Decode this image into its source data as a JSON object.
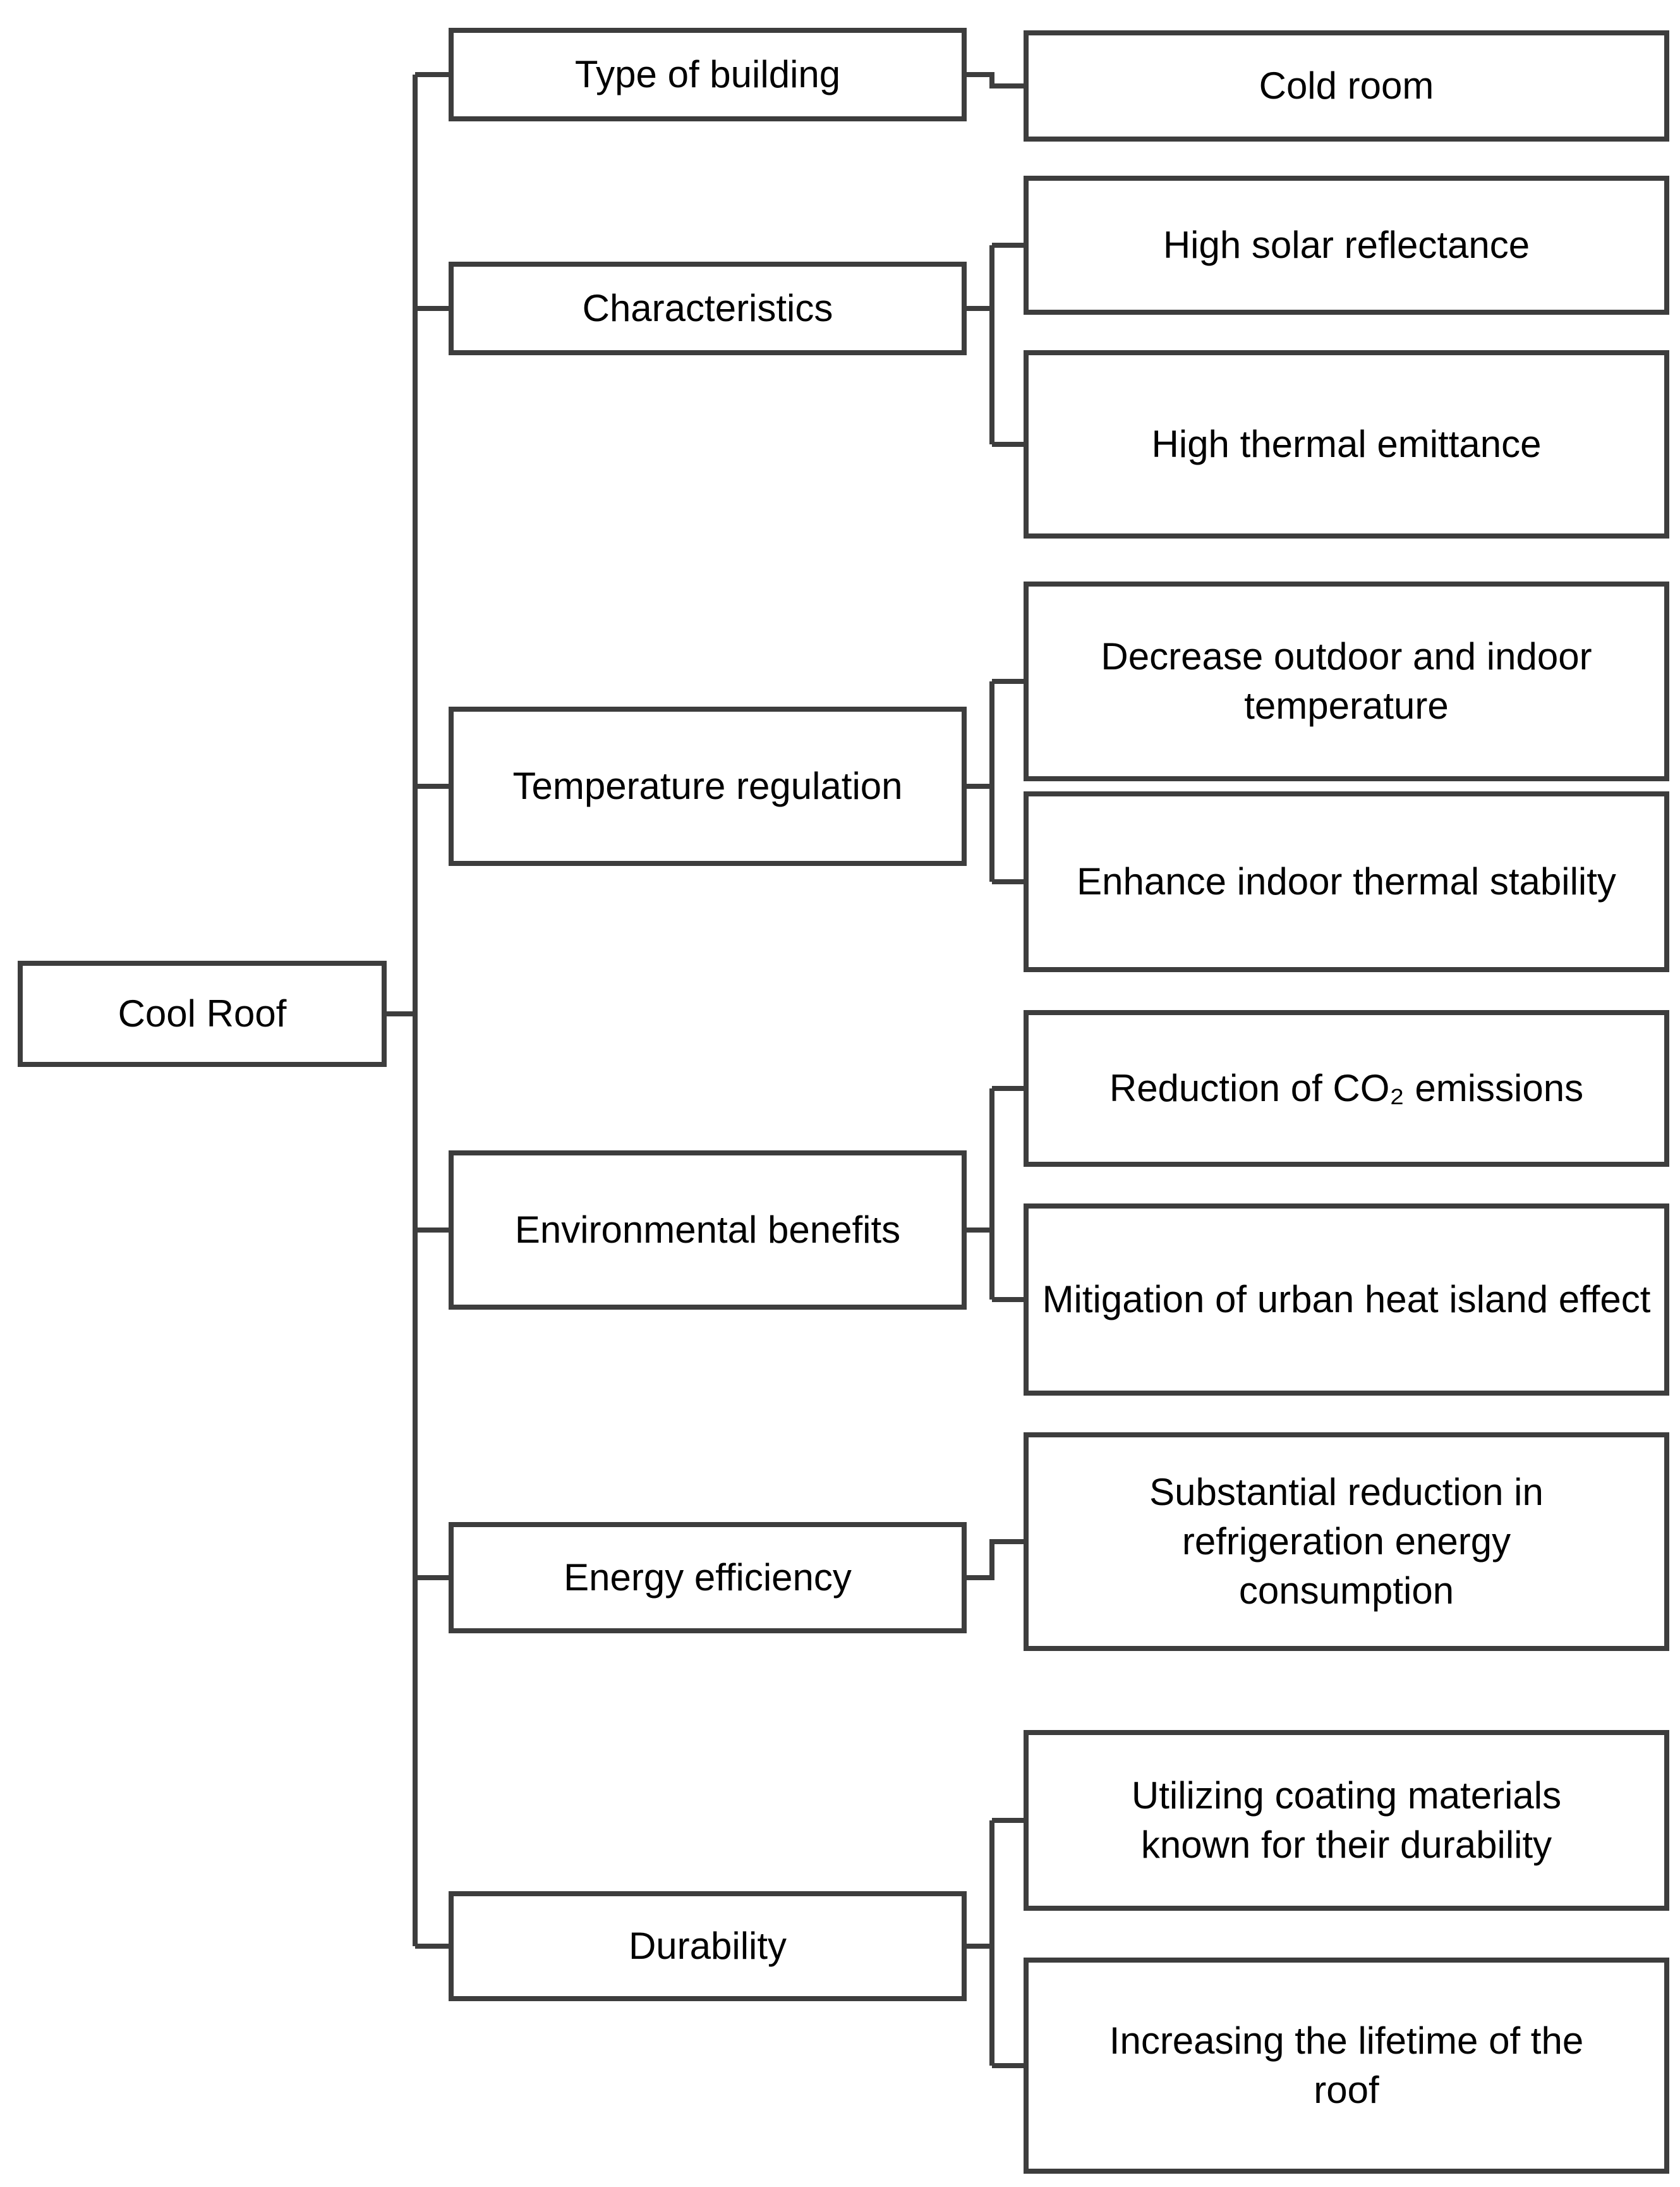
{
  "diagram": {
    "type": "hierarchy-tree",
    "orientation": "left-to-right",
    "root": {
      "label": "Cool Roof"
    },
    "categories": [
      {
        "label": "Type of building",
        "children": [
          {
            "label": "Cold room"
          }
        ]
      },
      {
        "label": "Characteristics",
        "children": [
          {
            "label": "High solar reflectance"
          },
          {
            "label": "High thermal emittance"
          }
        ]
      },
      {
        "label": "Temperature regulation",
        "children": [
          {
            "label": "Decrease outdoor and indoor temperature"
          },
          {
            "label": "Enhance indoor thermal stability"
          }
        ]
      },
      {
        "label": "Environmental benefits",
        "children": [
          {
            "label": "Reduction of CO₂ emissions"
          },
          {
            "label": "Mitigation of urban heat island effect"
          }
        ]
      },
      {
        "label": "Energy efficiency",
        "children": [
          {
            "label": "Substantial reduction in refrigeration energy consumption"
          }
        ]
      },
      {
        "label": "Durability",
        "children": [
          {
            "label": "Utilizing coating materials known for their durability"
          },
          {
            "label": "Increasing the lifetime of the roof"
          }
        ]
      }
    ],
    "colors": {
      "line": "#3d3d3d",
      "box_border": "#3d3d3d",
      "box_fill": "#ffffff",
      "text": "#000000",
      "background": "#ffffff"
    }
  }
}
